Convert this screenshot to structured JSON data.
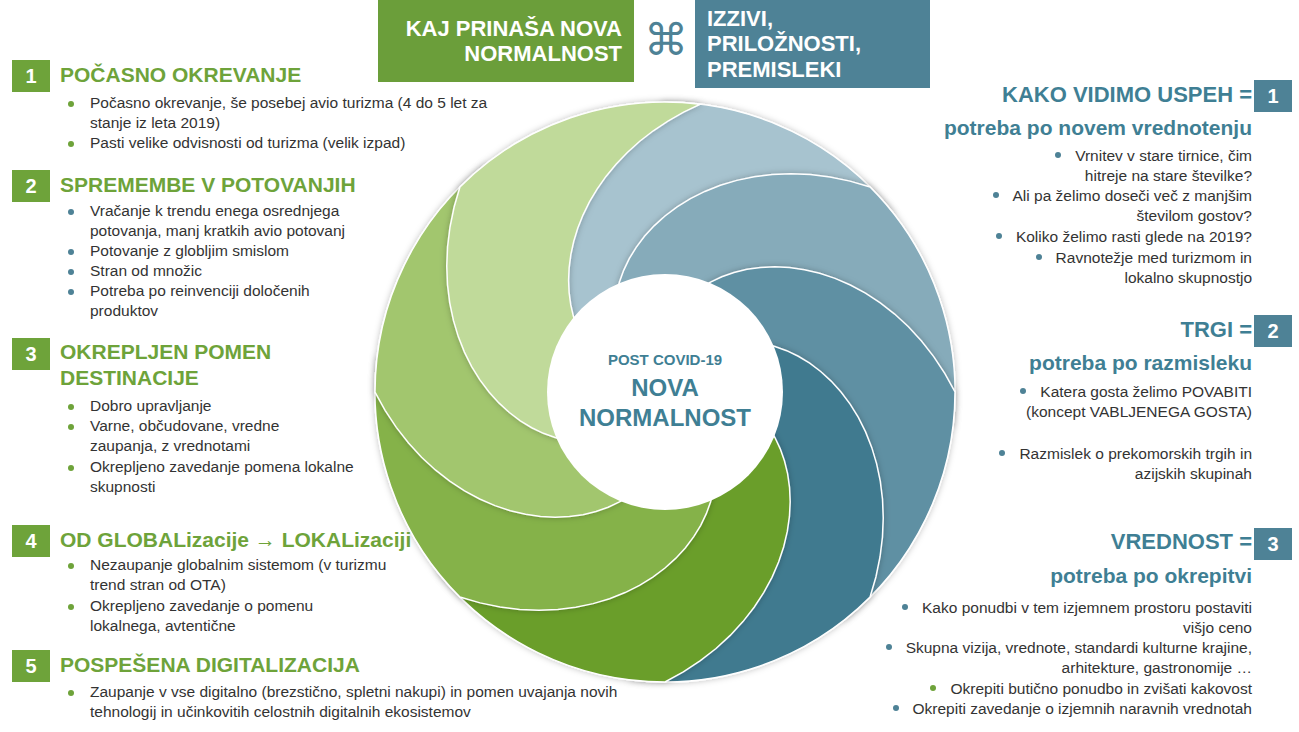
{
  "diagram": {
    "nodes": [
      {
        "text": [
          "KAJ PRINAŠA NOVA NORMALNOST"
        ]
      },
      {
        "text": [
          "IZZIVI, PRILOŽNOSTI, PREMISLEKI"
        ]
      },
      {
        "text": [
          "POST COVID-19",
          "NOVA NORMALNOST"
        ]
      },
      {
        "text": [
          "1"
        ]
      },
      {
        "text": [
          "2"
        ]
      },
      {
        "text": [
          "3"
        ]
      },
      {
        "text": [
          "4"
        ]
      },
      {
        "text": [
          "5"
        ]
      },
      {
        "text": [
          "1"
        ]
      },
      {
        "text": [
          "2"
        ]
      },
      {
        "text": [
          "3"
        ]
      }
    ],
    "edges": [],
    "labels": [
      "⌘",
      "POČASNO OKREVANJE",
      "Počasno okrevanje, še posebej avio turizma (4 do 5 let za stanje iz leta 2019)",
      "Pasti velike odvisnosti od turizma (velik izpad)",
      "SPREMEMBE V POTOVANJIH",
      "Vračanje k trendu enega osrednjega potovanja, manj kratkih avio potovanj",
      "Potovanje z globljim smislom",
      "Stran od množic",
      "Potreba po reinvenciji določenih produktov",
      "OKREPLJEN POMEN DESTINACIJE",
      "Dobro upravljanje",
      "Varne, občudovane, vredne zaupanja, z vrednotami",
      "Okrepljeno zavedanje pomena lokalne skupnosti",
      "OD GLOBALizacije → LOKALizaciji",
      "Nezaupanje globalnim sistemom (v turizmu trend stran od OTA)",
      "Okrepljeno zavedanje o pomenu lokalnega, avtentične",
      "POSPEŠENA DIGITALIZACIJA",
      "Zaupanje v vse digitalno (brezstično, spletni nakupi) in pomen uvajanja novih tehnologij in učinkovitih celostnih digitalnih ekosistemov",
      "KAKO VIDIMO USPEH =",
      "potreba po novem vrednotenju",
      "Vrnitev v stare tirnice, čim hitreje na stare številke?",
      "Ali pa želimo doseči več z manjšim številom gostov?",
      "Koliko želimo rasti glede na 2019?",
      "Ravnotežje med turizmom in lokalno skupnostjo",
      "TRGI =",
      "potreba po razmisleku",
      "Katera gosta želimo POVABITI (koncept VABLJENEGA GOSTA)",
      "Razmislek o prekomorskih trgih in azijskih skupinah",
      "VREDNOST =",
      "potreba po okrepitvi",
      "Kako ponudbi v tem izjemnem prostoru postaviti višjo ceno",
      "Skupna vizija, vrednote, standardi kulturne krajine, arhitekture, gastronomije …",
      "Okrepiti butično ponudbo in zvišati kakovost",
      "Okrepiti zavedanje o izjemnih naravnih vrednotah"
    ]
  }
}
